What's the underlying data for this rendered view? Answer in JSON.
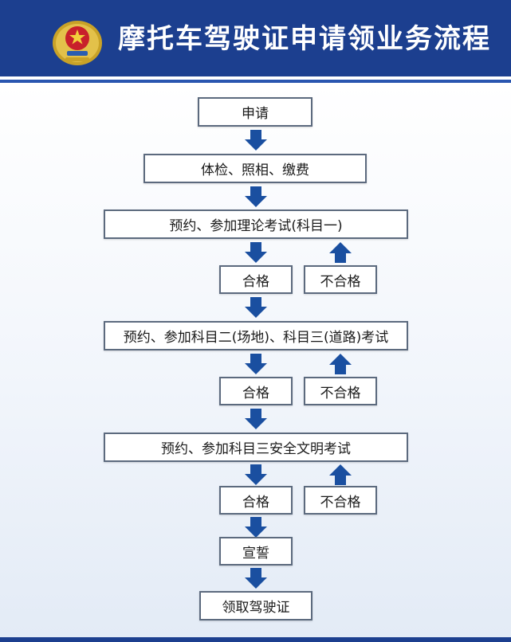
{
  "header": {
    "title": "摩托车驾驶证申请领业务流程"
  },
  "colors": {
    "header_bg": "#1c3f8f",
    "arrow": "#1a4fa0",
    "box_border": "#5c6a7e"
  },
  "icons": {
    "emblem": "police-emblem-icon",
    "arrow_down": "arrow-down-icon",
    "arrow_up": "arrow-up-icon"
  },
  "steps": {
    "apply": "申请",
    "checkup": "体检、照相、缴费",
    "theory": "预约、参加理论考试(科目一)",
    "road": "预约、参加科目二(场地)、科目三(道路)考试",
    "safety": "预约、参加科目三安全文明考试",
    "oath": "宣誓",
    "license": "领取驾驶证"
  },
  "results": {
    "pass": "合格",
    "fail": "不合格"
  }
}
